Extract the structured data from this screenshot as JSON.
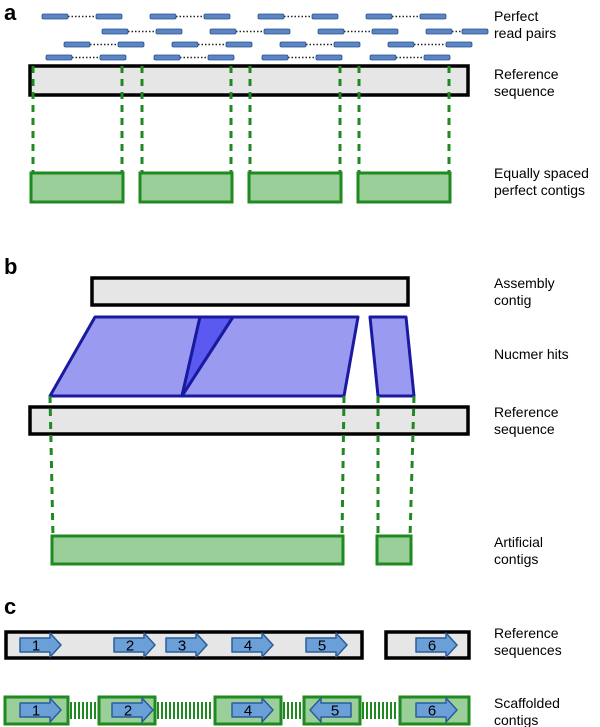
{
  "panels": {
    "a": {
      "letter": "a",
      "labels": {
        "read_pairs": [
          "Perfect",
          "read pairs"
        ],
        "reference": [
          "Reference",
          "sequence"
        ],
        "contigs": [
          "Equally spaced",
          "perfect contigs"
        ]
      }
    },
    "b": {
      "letter": "b",
      "labels": {
        "assembly": [
          "Assembly",
          "contig"
        ],
        "nucmer": [
          "Nucmer hits"
        ],
        "reference": [
          "Reference",
          "sequence"
        ],
        "artificial": [
          "Artificial",
          "contigs"
        ]
      }
    },
    "c": {
      "letter": "c",
      "labels": {
        "references": [
          "Reference",
          "sequences"
        ],
        "scaffolded": [
          "Scaffolded",
          "contigs"
        ]
      },
      "reference_numbers": [
        "1",
        "2",
        "3",
        "4",
        "5",
        "6"
      ],
      "scaffold_numbers": [
        "1",
        "2",
        "4",
        "5",
        "6"
      ],
      "scaffold_orientation": [
        "forward",
        "forward",
        "forward",
        "reverse",
        "forward"
      ]
    }
  },
  "colors": {
    "reference_fill": "#e6e6e6",
    "outline": "#000000",
    "contig_fill": "#9bcf99",
    "contig_stroke": "#1f8a1f",
    "read_fill": "#5b86c5",
    "read_stroke": "#2b4f8a",
    "hit_fill": "#9a9af0",
    "hit_fill_dark": "#5a5af0",
    "hit_stroke": "#1a1aa0",
    "arrow_fill": "#6a9fd8",
    "arrow_stroke": "#2a5d9a"
  }
}
